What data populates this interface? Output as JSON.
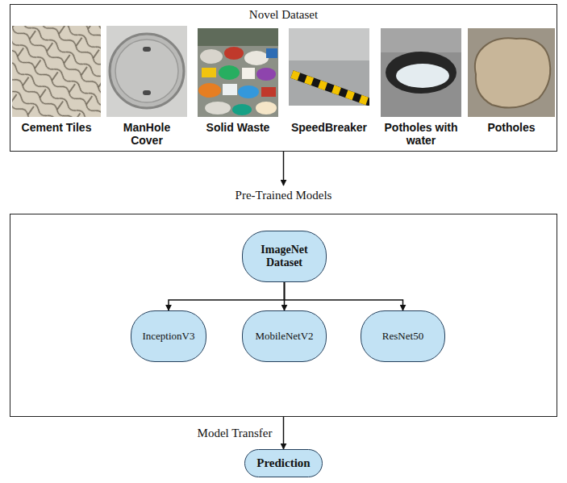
{
  "diagram": {
    "nodes": [
      {
        "text": [
          "Novel Dataset"
        ]
      },
      {
        "text": [
          "Pre-Trained Models"
        ]
      },
      {
        "text": [
          "ImageNet Dataset"
        ],
        "in": 1
      },
      {
        "text": [
          "InceptionV3"
        ],
        "in": 1
      },
      {
        "text": [
          "MobileNetV2"
        ],
        "in": 1
      },
      {
        "text": [
          "ResNet50"
        ],
        "in": 1
      },
      {
        "text": [
          "Prediction"
        ]
      }
    ],
    "edges": [
      {
        "from": 0,
        "to": 1,
        "arrow": "to"
      },
      {
        "from": 2,
        "to": 3,
        "arrow": "to"
      },
      {
        "from": 2,
        "to": 4,
        "arrow": "to"
      },
      {
        "from": 2,
        "to": 5,
        "arrow": "to"
      },
      {
        "from": 1,
        "to": 6,
        "arrow": "to",
        "label": "Model Transfer"
      }
    ],
    "labels": [
      "Cement Tiles",
      "ManHole Cover",
      "Solid Waste",
      "SpeedBreaker",
      "Potholes with water",
      "Potholes"
    ]
  }
}
